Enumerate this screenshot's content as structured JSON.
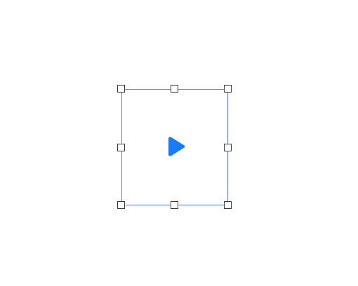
{
  "canvas": {
    "selected_element": {
      "type": "video-player",
      "icon": "play-icon",
      "icon_color": "#1a7cf5",
      "selection_color": "#6b7ff0",
      "handles": [
        "nw",
        "n",
        "ne",
        "w",
        "e",
        "sw",
        "s",
        "se"
      ]
    }
  }
}
